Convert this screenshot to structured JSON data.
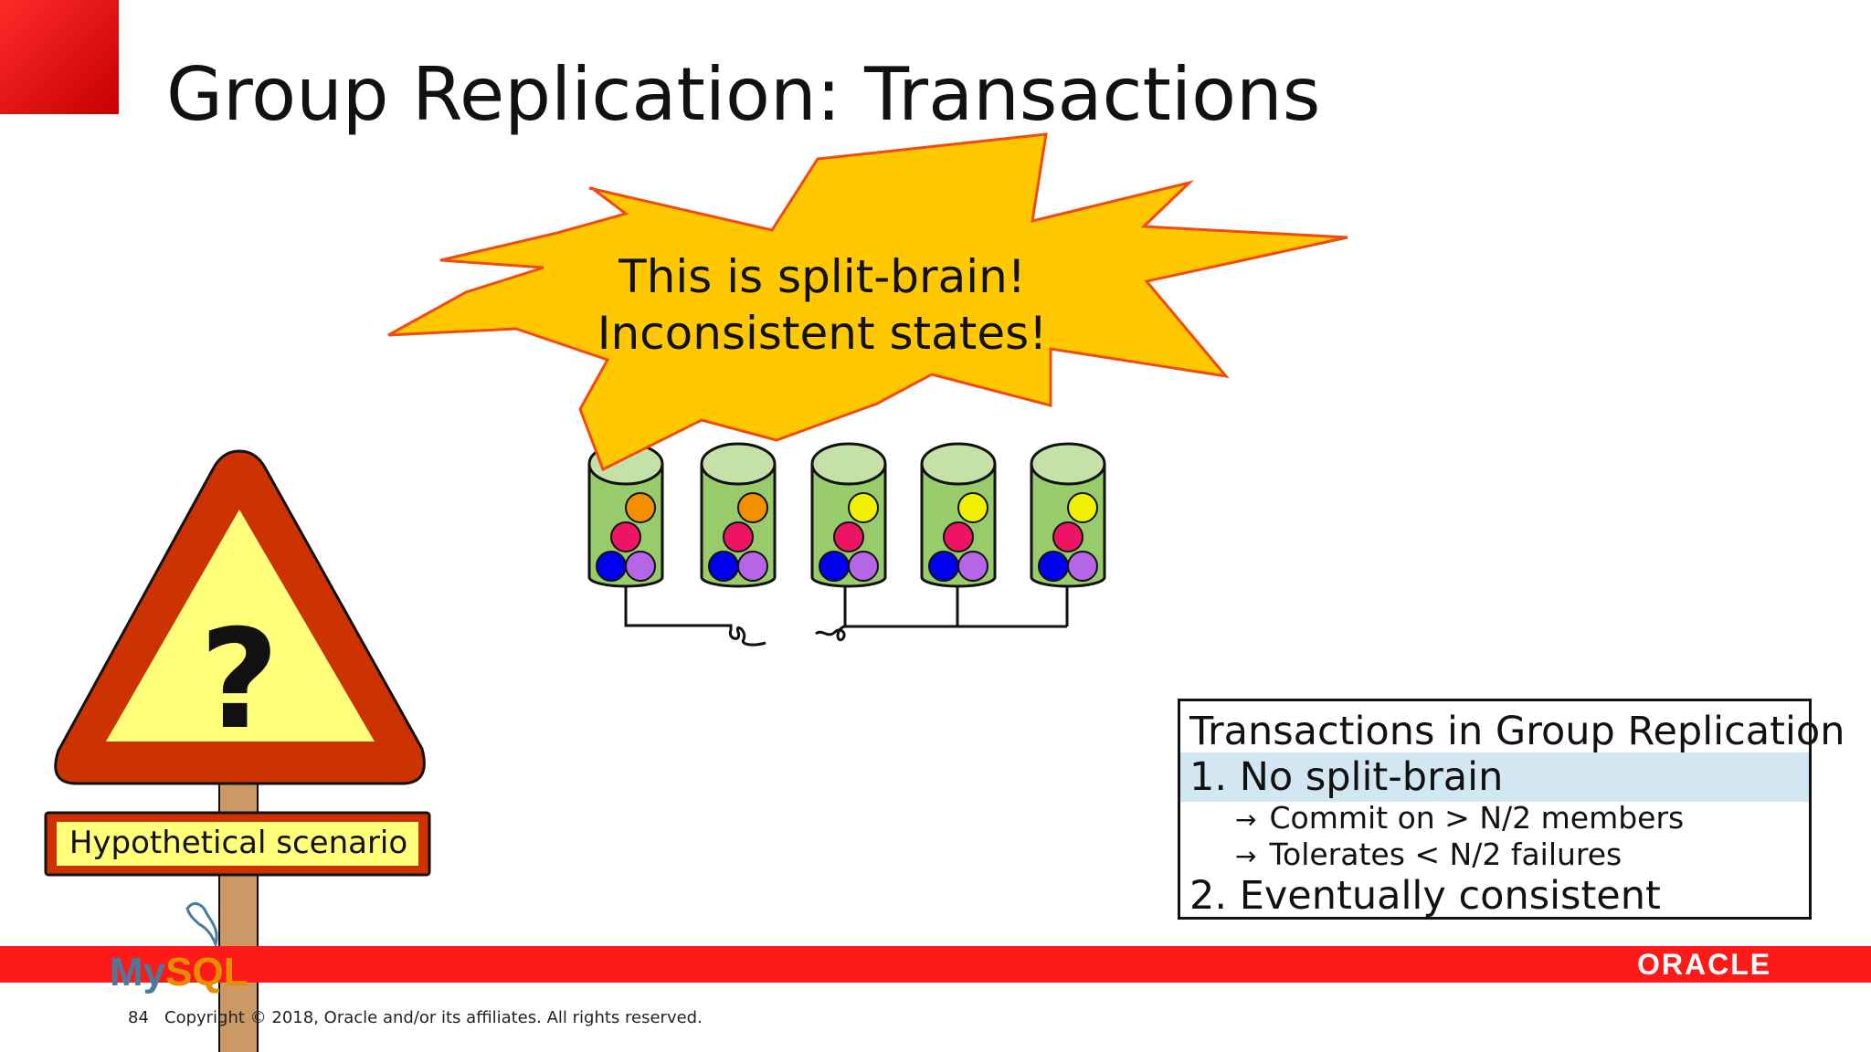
{
  "slide": {
    "title": "Group Replication: Transactions",
    "number": "84",
    "copyright": "Copyright © 2018, Oracle and/or its affiliates. All rights reserved."
  },
  "burst": {
    "line1": "This is split-brain!",
    "line2": "Inconsistent states!",
    "fill_color": "#ffc800",
    "stroke_color": "#f04b14"
  },
  "sign": {
    "glyph": "?",
    "label": "Hypothetical scenario"
  },
  "info_box": {
    "heading": "Transactions in Group Replication",
    "item1": "1. No split-brain",
    "item1_sub1": "Commit on > N/2 members",
    "item1_sub2": "Tolerates < N/2 failures",
    "item2": "2. Eventually consistent",
    "arrow_glyph": "→"
  },
  "logos": {
    "mysql_my": "My",
    "mysql_sql": "SQL",
    "oracle": "ORACLE"
  },
  "colors": {
    "brand_red": "#ff1a1a",
    "server_green": "#98cc6a",
    "server_top": "#c4e2a8",
    "ball_blue": "#0000ee",
    "ball_purple": "#b566e6",
    "ball_pink": "#ee1464",
    "ball_orange": "#f39000",
    "ball_yellow": "#f2f200"
  }
}
